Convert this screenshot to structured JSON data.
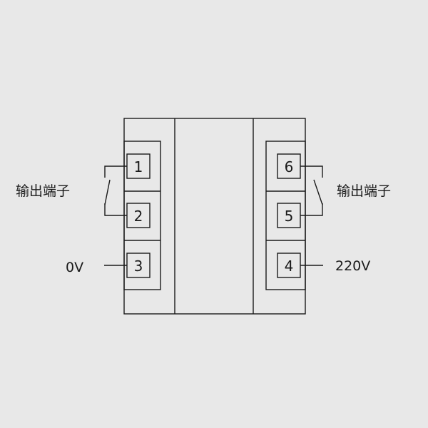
{
  "terminals": {
    "t1": "1",
    "t2": "2",
    "t3": "3",
    "t4": "4",
    "t5": "5",
    "t6": "6"
  },
  "labels": {
    "left_output": "输出端子",
    "right_output": "输出端子",
    "left_voltage": "0V",
    "right_voltage": "220V"
  },
  "colors": {
    "background": "#e8e8e8",
    "stroke": "#1a1a1a"
  }
}
